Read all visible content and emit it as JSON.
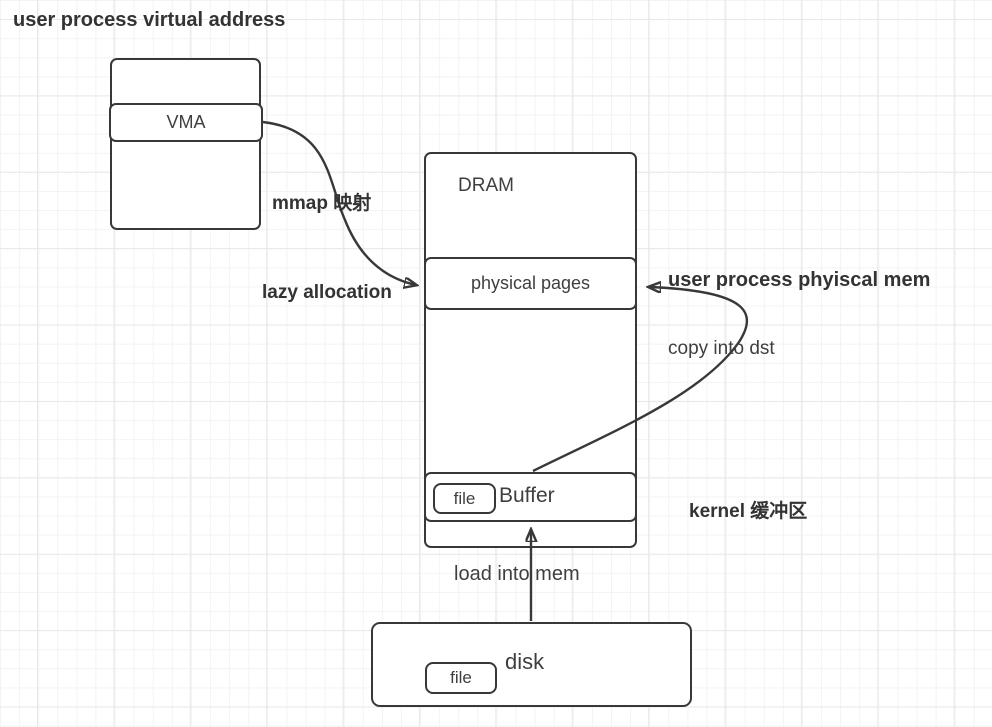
{
  "title": "user process virtual address",
  "colors": {
    "stroke": "#383838",
    "text": "#3f3f3f",
    "bold_text": "#333333",
    "background": "#ffffff",
    "grid_minor": "#f3f3f3",
    "grid_major": "#e8e8e8"
  },
  "boxes": {
    "virtual_address": {
      "vma_label": "VMA"
    },
    "dram": {
      "label": "DRAM",
      "physical_pages_label": "physical pages",
      "buffer": {
        "file_label": "file",
        "buffer_label": "Buffer"
      }
    },
    "disk": {
      "label": "disk",
      "file_label": "file"
    }
  },
  "annotations": {
    "mmap": "mmap 映射",
    "lazy_allocation": "lazy allocation",
    "user_process_mem": "user process phyiscal mem",
    "copy_into_dst": "copy into dst",
    "kernel_buffer": "kernel 缓冲区",
    "load_into_mem": "load into mem"
  }
}
